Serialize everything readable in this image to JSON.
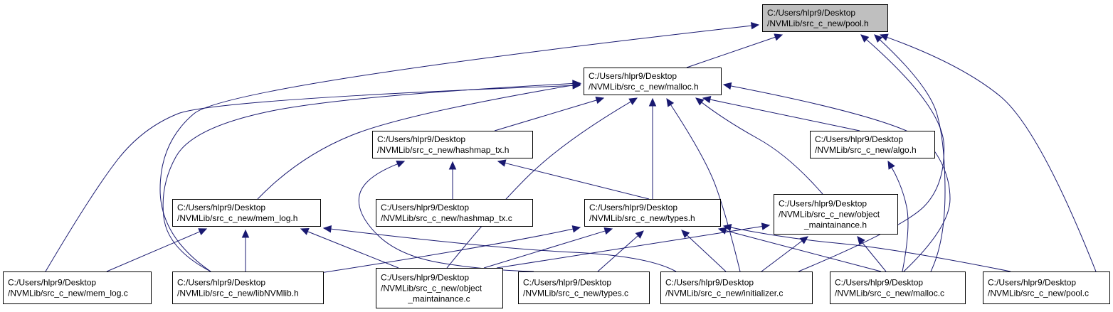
{
  "graph": {
    "nodes": {
      "pool_h": {
        "lines": [
          "C:/Users/hlpr9/Desktop",
          "/NVMLib/src_c_new/pool.h"
        ],
        "highlight": true
      },
      "malloc_h": {
        "lines": [
          "C:/Users/hlpr9/Desktop",
          "/NVMLib/src_c_new/malloc.h"
        ]
      },
      "hashmap_tx_h": {
        "lines": [
          "C:/Users/hlpr9/Desktop",
          "/NVMLib/src_c_new/hashmap_tx.h"
        ]
      },
      "algo_h": {
        "lines": [
          "C:/Users/hlpr9/Desktop",
          "/NVMLib/src_c_new/algo.h"
        ]
      },
      "mem_log_h": {
        "lines": [
          "C:/Users/hlpr9/Desktop",
          "/NVMLib/src_c_new/mem_log.h"
        ]
      },
      "hashmap_tx_c": {
        "lines": [
          "C:/Users/hlpr9/Desktop",
          "/NVMLib/src_c_new/hashmap_tx.c"
        ]
      },
      "types_h": {
        "lines": [
          "C:/Users/hlpr9/Desktop",
          "/NVMLib/src_c_new/types.h"
        ]
      },
      "object_maintainance_h": {
        "lines": [
          "C:/Users/hlpr9/Desktop",
          "/NVMLib/src_c_new/object",
          "_maintainance.h"
        ]
      },
      "mem_log_c": {
        "lines": [
          "C:/Users/hlpr9/Desktop",
          "/NVMLib/src_c_new/mem_log.c"
        ]
      },
      "libNVMlib_h": {
        "lines": [
          "C:/Users/hlpr9/Desktop",
          "/NVMLib/src_c_new/libNVMlib.h"
        ]
      },
      "object_maintainance_c": {
        "lines": [
          "C:/Users/hlpr9/Desktop",
          "/NVMLib/src_c_new/object",
          "_maintainance.c"
        ]
      },
      "types_c": {
        "lines": [
          "C:/Users/hlpr9/Desktop",
          "/NVMLib/src_c_new/types.c"
        ]
      },
      "initializer_c": {
        "lines": [
          "C:/Users/hlpr9/Desktop",
          "/NVMLib/src_c_new/initializer.c"
        ]
      },
      "malloc_c": {
        "lines": [
          "C:/Users/hlpr9/Desktop",
          "/NVMLib/src_c_new/malloc.c"
        ]
      },
      "pool_c": {
        "lines": [
          "C:/Users/hlpr9/Desktop",
          "/NVMLib/src_c_new/pool.c"
        ]
      }
    },
    "edges": [
      [
        "malloc_h",
        "pool_h"
      ],
      [
        "libNVMlib_h",
        "pool_h"
      ],
      [
        "initializer_c",
        "pool_h"
      ],
      [
        "malloc_c",
        "pool_h"
      ],
      [
        "pool_c",
        "pool_h"
      ],
      [
        "hashmap_tx_h",
        "malloc_h"
      ],
      [
        "algo_h",
        "malloc_h"
      ],
      [
        "mem_log_h",
        "malloc_h"
      ],
      [
        "types_h",
        "malloc_h"
      ],
      [
        "object_maintainance_h",
        "malloc_h"
      ],
      [
        "mem_log_c",
        "malloc_h"
      ],
      [
        "libNVMlib_h",
        "malloc_h"
      ],
      [
        "object_maintainance_c",
        "malloc_h"
      ],
      [
        "initializer_c",
        "malloc_h"
      ],
      [
        "malloc_c",
        "malloc_h"
      ],
      [
        "hashmap_tx_c",
        "hashmap_tx_h"
      ],
      [
        "types_h",
        "hashmap_tx_h"
      ],
      [
        "types_c",
        "hashmap_tx_h"
      ],
      [
        "malloc_c",
        "algo_h"
      ],
      [
        "mem_log_c",
        "mem_log_h"
      ],
      [
        "libNVMlib_h",
        "mem_log_h"
      ],
      [
        "object_maintainance_c",
        "mem_log_h"
      ],
      [
        "initializer_c",
        "mem_log_h"
      ],
      [
        "libNVMlib_h",
        "types_h"
      ],
      [
        "object_maintainance_c",
        "types_h"
      ],
      [
        "types_c",
        "types_h"
      ],
      [
        "initializer_c",
        "types_h"
      ],
      [
        "malloc_c",
        "types_h"
      ],
      [
        "pool_c",
        "types_h"
      ],
      [
        "object_maintainance_c",
        "object_maintainance_h"
      ],
      [
        "initializer_c",
        "object_maintainance_h"
      ],
      [
        "malloc_c",
        "object_maintainance_h"
      ]
    ]
  }
}
